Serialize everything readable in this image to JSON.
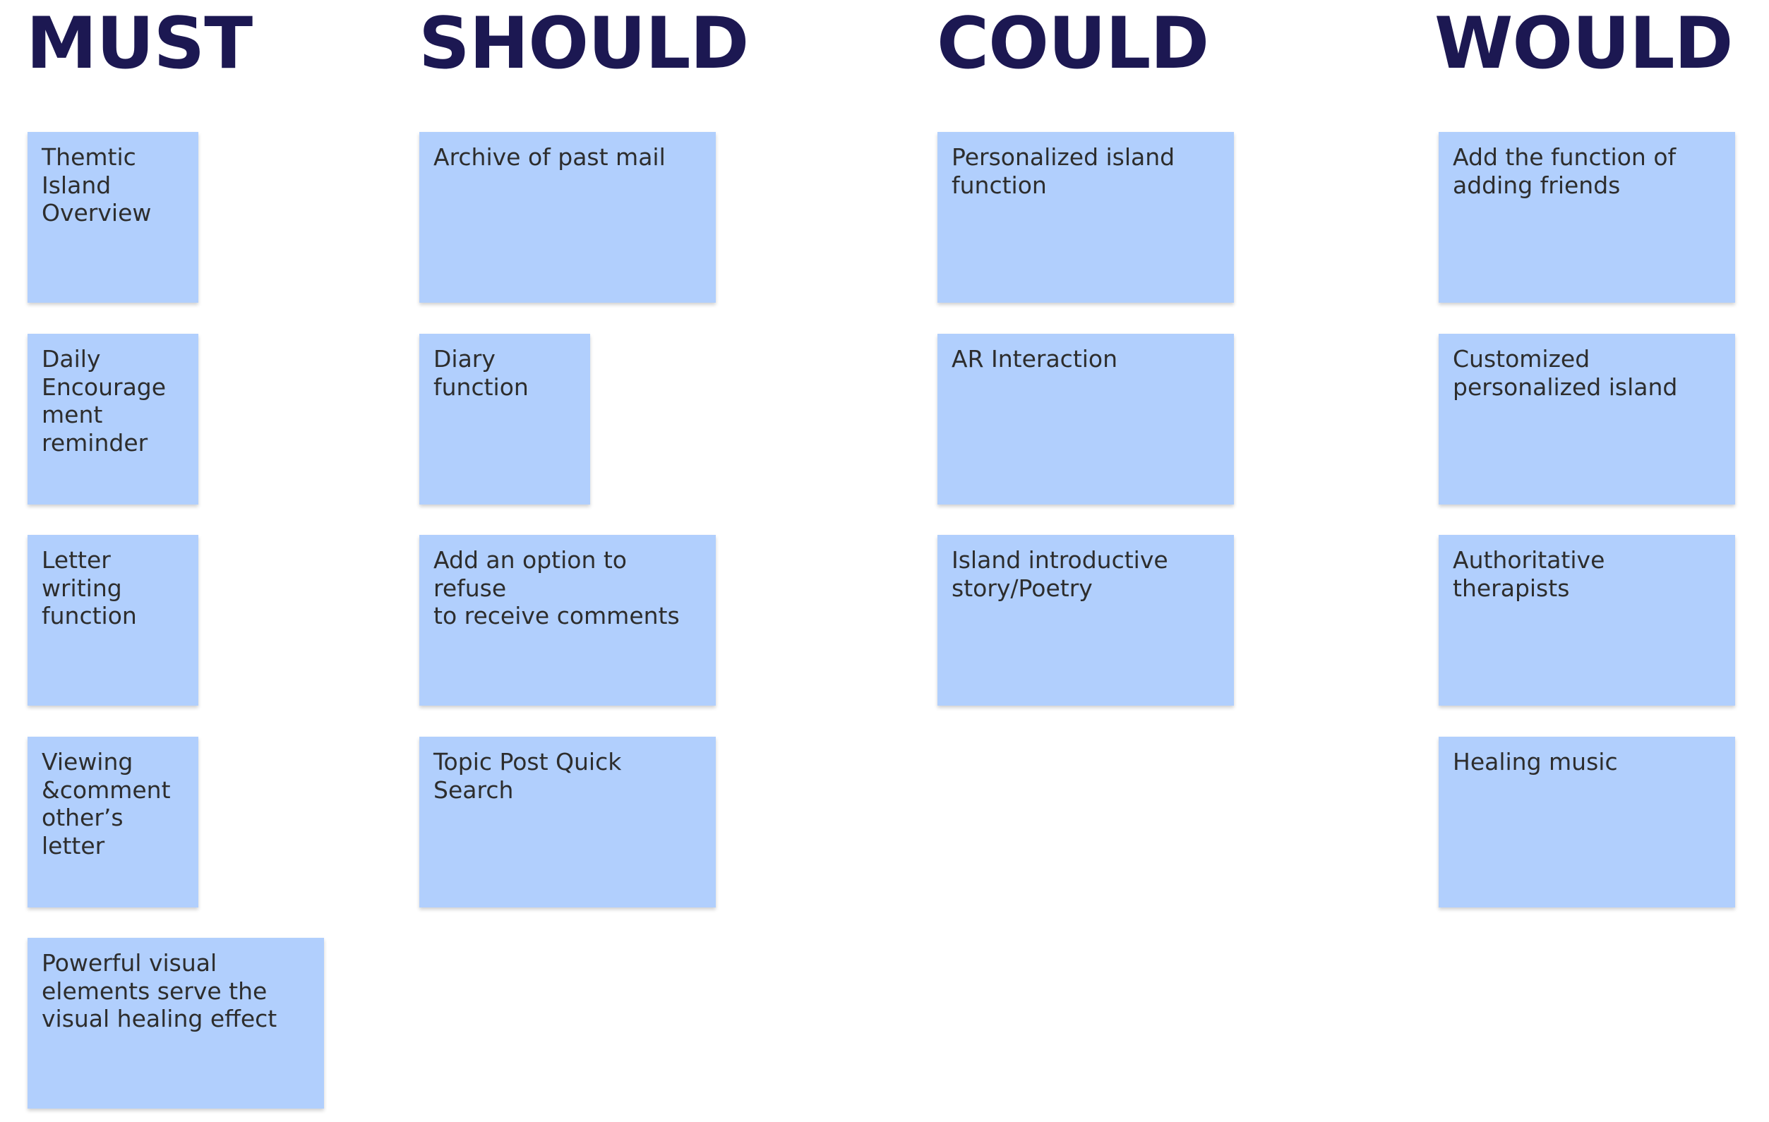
{
  "board": {
    "columns": [
      {
        "heading": "MUST",
        "notes": [
          "Themtic\nIsland\nOverview",
          "Daily\nEncourage\nment\nreminder",
          "Letter\nwriting\nfunction",
          "Viewing\n&comment\nother’s\nletter",
          "Powerful visual\nelements serve the\nvisual healing effect"
        ]
      },
      {
        "heading": "SHOULD",
        "notes": [
          "Archive of past mail",
          "Diary\nfunction",
          "Add an option to refuse\nto receive comments",
          "Topic Post Quick\nSearch"
        ]
      },
      {
        "heading": "COULD",
        "notes": [
          "Personalized island\nfunction",
          "AR Interaction",
          "Island introductive\nstory/Poetry"
        ]
      },
      {
        "heading": "WOULD",
        "notes": [
          "Add the function of\nadding friends",
          "Customized\npersonalized island",
          "Authoritative\ntherapists",
          "Healing music"
        ]
      }
    ]
  }
}
